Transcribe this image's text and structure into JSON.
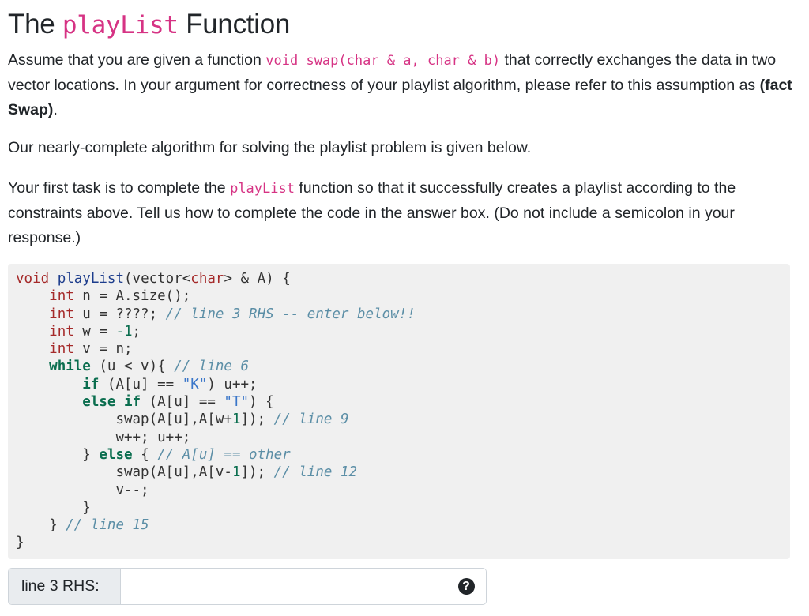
{
  "title": {
    "prefix": "The ",
    "code": "playList",
    "suffix": " Function"
  },
  "para1": {
    "t1": "Assume that you are given a function ",
    "code1": "void swap(char & a, char & b)",
    "t2": " that correctly exchanges the data in two vector locations. In your argument for correctness of your playlist algorithm, please refer to this assumption as ",
    "bold": "(fact Swap)",
    "t3": "."
  },
  "para2": "Our nearly-complete algorithm for solving the playlist problem is given below.",
  "para3": {
    "t1": "Your first task is to complete the ",
    "code": "playList",
    "t2": " function so that it successfully creates a playlist according to the constraints above. Tell us how to complete the code in the answer box. (Do not include a semicolon in your response.)"
  },
  "code": {
    "l1": {
      "kw": "void",
      "sp": " ",
      "fn": "playList",
      "a": "(vector<",
      "kw2": "char",
      "b": "> & A) {"
    },
    "l2": {
      "ind": "    ",
      "kw": "int",
      "a": " n = A.size();"
    },
    "l3": {
      "ind": "    ",
      "kw": "int",
      "a": " u = ????; ",
      "cm": "// line 3 RHS -- enter below!!"
    },
    "l4": {
      "ind": "    ",
      "kw": "int",
      "a": " w = ",
      "num": "-1",
      "b": ";"
    },
    "l5": {
      "ind": "    ",
      "kw": "int",
      "a": " v = n;"
    },
    "l6": {
      "ind": "    ",
      "kw": "while",
      "a": " (u < v){ ",
      "cm": "// line 6"
    },
    "l7": {
      "ind": "        ",
      "kw": "if",
      "a": " (A[u] == ",
      "str": "\"K\"",
      "b": ") u++;"
    },
    "l8": {
      "ind": "        ",
      "kw": "else if",
      "a": " (A[u] == ",
      "str": "\"T\"",
      "b": ") {"
    },
    "l9": {
      "ind": "            ",
      "a": "swap(A[u],A[w+",
      "num": "1",
      "b": "]); ",
      "cm": "// line 9"
    },
    "l10": {
      "ind": "            ",
      "a": "w++; u++;"
    },
    "l11": {
      "ind": "        ",
      "a": "} ",
      "kw": "else",
      "b": " { ",
      "cm": "// A[u] == other"
    },
    "l12": {
      "ind": "            ",
      "a": "swap(A[u],A[v-",
      "num": "1",
      "b": "]); ",
      "cm": "// line 12"
    },
    "l13": {
      "ind": "            ",
      "a": "v--;"
    },
    "l14": {
      "ind": "        ",
      "a": "}"
    },
    "l15": {
      "ind": "    ",
      "a": "} ",
      "cm": "// line 15"
    },
    "l16": {
      "a": "}"
    }
  },
  "answer": {
    "label": "line 3 RHS:",
    "value": "",
    "help_icon": "question-circle-icon"
  }
}
